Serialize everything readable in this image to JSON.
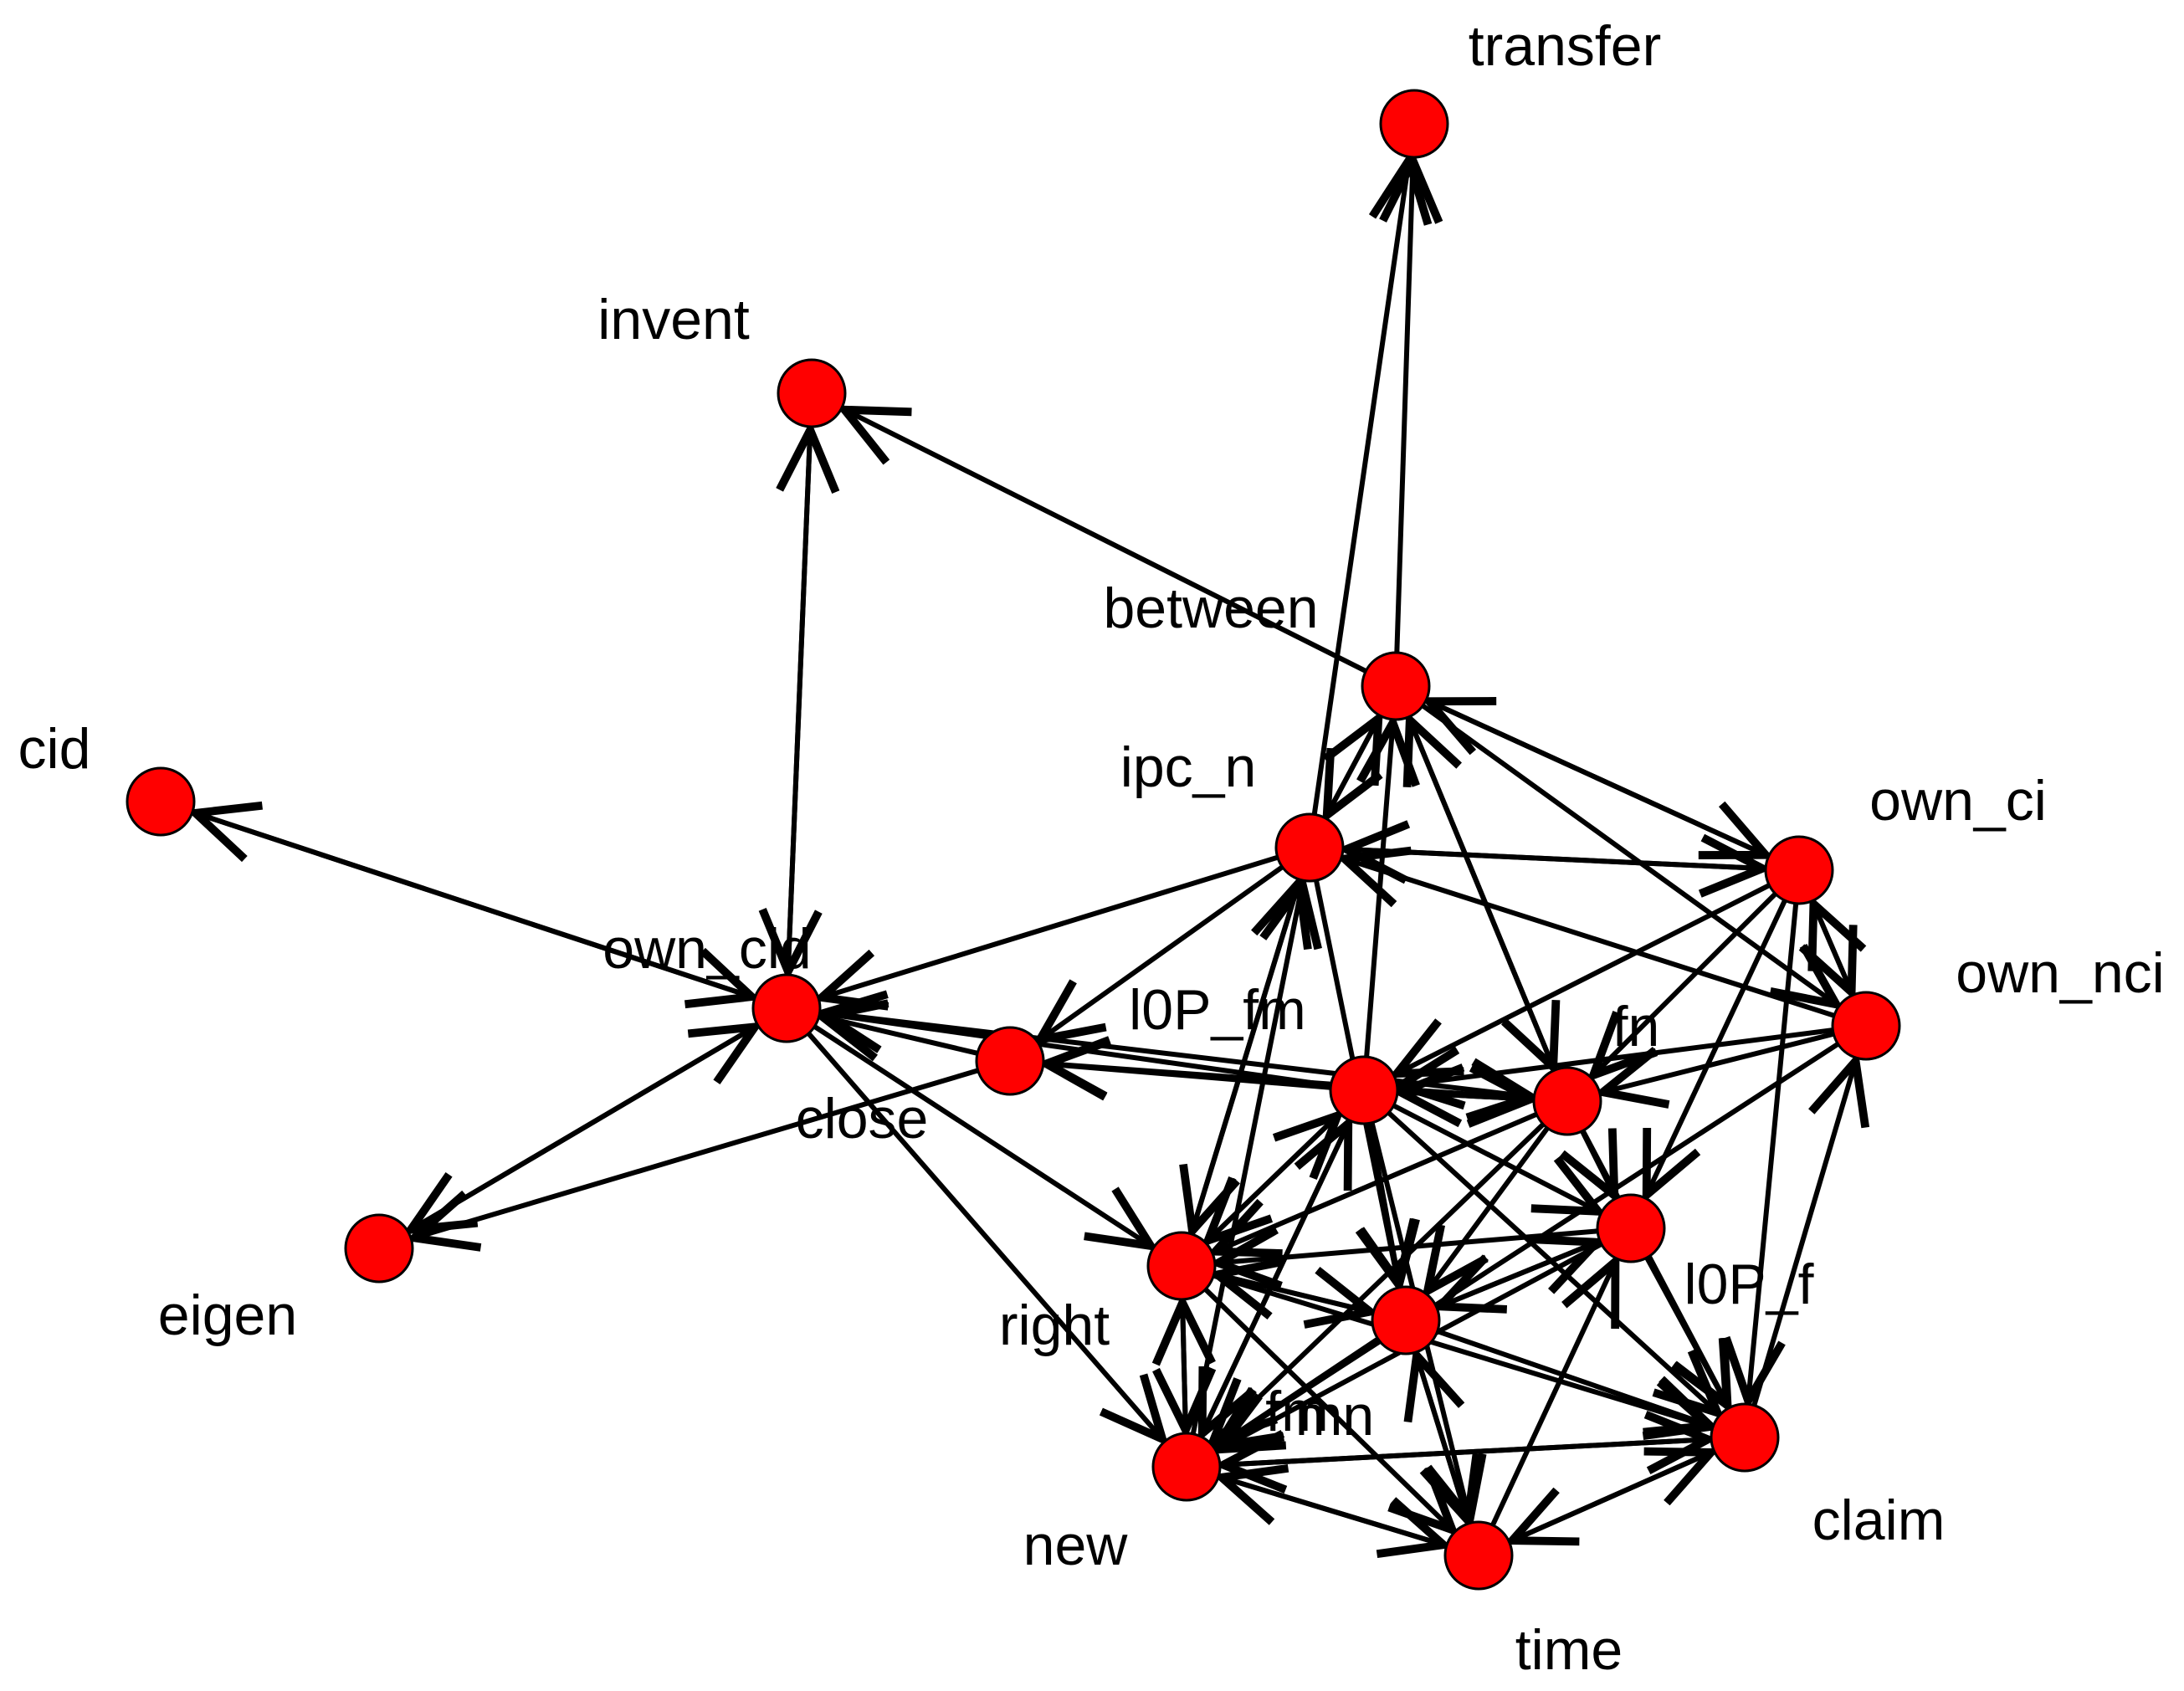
{
  "nodes": [
    {
      "id": "transfer",
      "label": "transfer"
    },
    {
      "id": "invent",
      "label": "invent"
    },
    {
      "id": "between",
      "label": "between"
    },
    {
      "id": "cid",
      "label": "cid"
    },
    {
      "id": "ipc_n",
      "label": "ipc_n"
    },
    {
      "id": "own_ci",
      "label": "own_ci"
    },
    {
      "id": "own_cid",
      "label": "own_cid"
    },
    {
      "id": "own_nci",
      "label": "own_nci"
    },
    {
      "id": "l0P_fm",
      "label": "l0P_fm"
    },
    {
      "id": "fm",
      "label": "fm"
    },
    {
      "id": "close",
      "label": "close"
    },
    {
      "id": "mn",
      "label": "mn"
    },
    {
      "id": "l0P_f",
      "label": "l0P_f"
    },
    {
      "id": "eigen",
      "label": "eigen"
    },
    {
      "id": "right",
      "label": "right"
    },
    {
      "id": "new",
      "label": "new"
    },
    {
      "id": "claim",
      "label": "claim"
    },
    {
      "id": "time",
      "label": "time"
    },
    {
      "id": "fn",
      "label": "fn"
    }
  ],
  "edges": [
    [
      "between",
      "transfer"
    ],
    [
      "ipc_n",
      "transfer"
    ],
    [
      "between",
      "invent"
    ],
    [
      "close",
      "invent"
    ],
    [
      "invent",
      "close"
    ],
    [
      "close",
      "cid"
    ],
    [
      "cid",
      "close"
    ],
    [
      "close",
      "eigen"
    ],
    [
      "eigen",
      "close"
    ],
    [
      "l0P_fm",
      "eigen"
    ],
    [
      "ipc_n",
      "close"
    ],
    [
      "l0P_fm",
      "close"
    ],
    [
      "mn",
      "close"
    ],
    [
      "close",
      "right"
    ],
    [
      "close",
      "new"
    ],
    [
      "close",
      "fn"
    ],
    [
      "ipc_n",
      "l0P_fm"
    ],
    [
      "mn",
      "l0P_fm"
    ],
    [
      "fn",
      "l0P_fm"
    ],
    [
      "between",
      "ipc_n"
    ],
    [
      "ipc_n",
      "between"
    ],
    [
      "mn",
      "between"
    ],
    [
      "fn",
      "between"
    ],
    [
      "between",
      "own_ci"
    ],
    [
      "own_ci",
      "between"
    ],
    [
      "between",
      "fn"
    ],
    [
      "between",
      "own_nci"
    ],
    [
      "ipc_n",
      "own_ci"
    ],
    [
      "own_ci",
      "ipc_n"
    ],
    [
      "own_nci",
      "ipc_n"
    ],
    [
      "ipc_n",
      "right"
    ],
    [
      "right",
      "ipc_n"
    ],
    [
      "new",
      "ipc_n"
    ],
    [
      "ipc_n",
      "fm"
    ],
    [
      "own_ci",
      "own_nci"
    ],
    [
      "own_nci",
      "own_ci"
    ],
    [
      "own_ci",
      "claim"
    ],
    [
      "own_ci",
      "mn"
    ],
    [
      "own_ci",
      "fn"
    ],
    [
      "own_ci",
      "l0P_f"
    ],
    [
      "own_nci",
      "fn"
    ],
    [
      "own_nci",
      "mn"
    ],
    [
      "claim",
      "own_nci"
    ],
    [
      "own_nci",
      "new"
    ],
    [
      "mn",
      "fn"
    ],
    [
      "fn",
      "mn"
    ],
    [
      "mn",
      "right"
    ],
    [
      "right",
      "mn"
    ],
    [
      "mn",
      "fm"
    ],
    [
      "mn",
      "time"
    ],
    [
      "mn",
      "l0P_f"
    ],
    [
      "mn",
      "new"
    ],
    [
      "new",
      "mn"
    ],
    [
      "mn",
      "claim"
    ],
    [
      "fn",
      "right"
    ],
    [
      "fn",
      "l0P_f"
    ],
    [
      "fn",
      "fm"
    ],
    [
      "fn",
      "new"
    ],
    [
      "fn",
      "claim"
    ],
    [
      "l0P_f",
      "right"
    ],
    [
      "l0P_f",
      "fm"
    ],
    [
      "fm",
      "l0P_f"
    ],
    [
      "l0P_f",
      "claim"
    ],
    [
      "l0P_f",
      "new"
    ],
    [
      "time",
      "l0P_f"
    ],
    [
      "right",
      "fm"
    ],
    [
      "fm",
      "right"
    ],
    [
      "right",
      "new"
    ],
    [
      "new",
      "right"
    ],
    [
      "right",
      "claim"
    ],
    [
      "fm",
      "new"
    ],
    [
      "fm",
      "time"
    ],
    [
      "time",
      "fm"
    ],
    [
      "fm",
      "claim"
    ],
    [
      "new",
      "claim"
    ],
    [
      "claim",
      "new"
    ],
    [
      "new",
      "time"
    ],
    [
      "time",
      "new"
    ],
    [
      "claim",
      "time"
    ],
    [
      "time",
      "claim"
    ],
    [
      "right",
      "time"
    ]
  ],
  "colors": {
    "node_fill": "#ff0000",
    "edge": "#000000",
    "label": "#000000",
    "background": "#ffffff"
  }
}
